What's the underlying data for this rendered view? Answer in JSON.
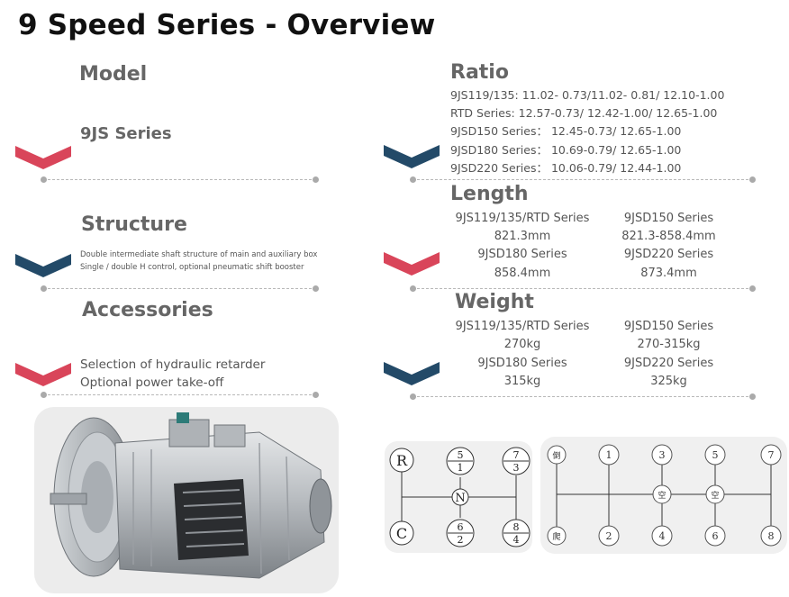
{
  "page": {
    "title": "9 Speed Series - Overview"
  },
  "colors": {
    "red": "#d9455a",
    "navy": "#234a68"
  },
  "left": {
    "model": {
      "heading": "Model",
      "value": "9JS Series"
    },
    "structure": {
      "heading": "Structure",
      "lines": [
        "Double intermediate  shaft structure of main and auxiliary box",
        "Single / double H control, optional pneumatic shift booster"
      ]
    },
    "accessories": {
      "heading": "Accessories",
      "lines": [
        "Selection of hydraulic retarder",
        "Optional power take-off"
      ]
    }
  },
  "right": {
    "ratio": {
      "heading": "Ratio",
      "lines": [
        "9JS119/135:  11.02-  0.73/11.02-  0.81/  12.10-1.00",
        "RTD Series:    12.57-0.73/  12.42-1.00/  12.65-1.00",
        "9JSD150 Series：   12.45-0.73/  12.65-1.00",
        "9JSD180 Series：   10.69-0.79/  12.65-1.00",
        "9JSD220 Series：   10.06-0.79/  12.44-1.00"
      ]
    },
    "length": {
      "heading": "Length",
      "rows": [
        [
          "9JS119/135/RTD Series",
          "9JSD150 Series"
        ],
        [
          "821.3mm",
          "821.3-858.4mm"
        ],
        [
          "9JSD180 Series",
          "9JSD220 Series"
        ],
        [
          "858.4mm",
          "873.4mm"
        ]
      ]
    },
    "weight": {
      "heading": "Weight",
      "rows": [
        [
          "9JS119/135/RTD Series",
          "9JSD150 Series"
        ],
        [
          "270kg",
          "270-315kg"
        ],
        [
          "9JSD180 Series",
          "9JSD220 Series"
        ],
        [
          "315kg",
          "325kg"
        ]
      ]
    }
  },
  "shift_pattern_small": {
    "r": "R",
    "c": "C",
    "n": "N",
    "g5": "5",
    "g1": "1",
    "g7": "7",
    "g3": "3",
    "g6": "6",
    "g2": "2",
    "g8": "8",
    "g4": "4"
  },
  "shift_pattern_large": {
    "top_left": "倒",
    "bottom_left": "爬",
    "g1": "1",
    "g3": "3",
    "g5": "5",
    "g7": "7",
    "g2": "2",
    "g4": "4",
    "g6": "6",
    "g8": "8",
    "mid1": "空",
    "mid2": "空"
  },
  "image": {
    "subject": "transmission-gearbox-photo"
  }
}
